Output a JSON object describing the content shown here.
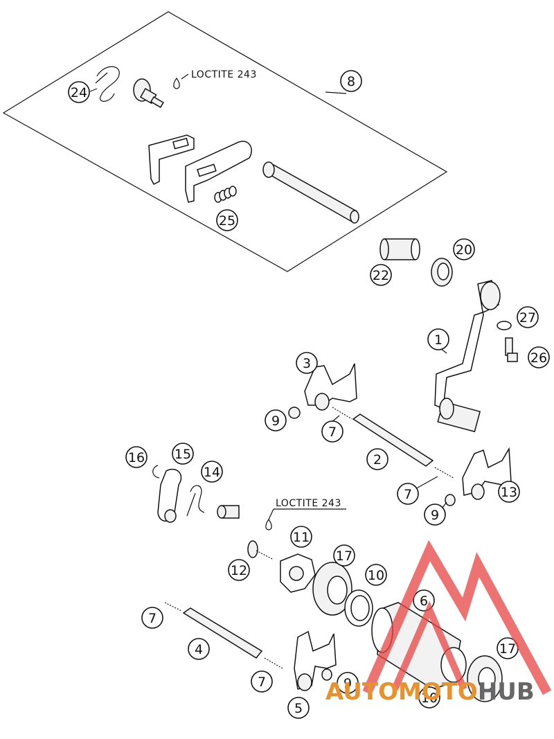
{
  "labels": [
    "1",
    "2",
    "3",
    "4",
    "5",
    "6",
    "7",
    "7",
    "7",
    "7",
    "8",
    "9",
    "9",
    "9",
    "10",
    "10",
    "11",
    "12",
    "13",
    "14",
    "15",
    "16",
    "17",
    "17",
    "20",
    "22",
    "24",
    "25",
    "26",
    "27"
  ],
  "loctite": [
    "LOCTITE 243",
    "LOCTITE 243"
  ],
  "watermark": {
    "part1": "AUTO",
    "part2": "MOTO",
    "part3": "HUB",
    "color_main": "#e8912f",
    "color_hub": "#666666",
    "color_triangle": "#e84545"
  }
}
